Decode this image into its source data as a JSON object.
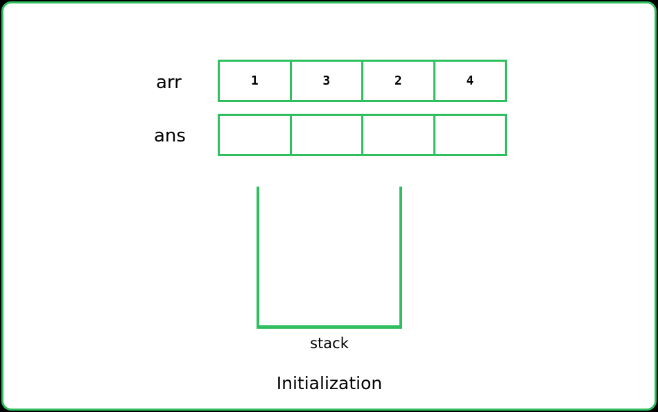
{
  "colors": {
    "accent": "#2fbf5f",
    "background": "#ffffff",
    "outer": "#000000",
    "text": "#000000"
  },
  "arr": {
    "label": "arr",
    "cells": [
      "1",
      "3",
      "2",
      "4"
    ]
  },
  "ans": {
    "label": "ans",
    "cells": [
      "",
      "",
      "",
      ""
    ]
  },
  "stack": {
    "label": "stack"
  },
  "caption": "Initialization"
}
